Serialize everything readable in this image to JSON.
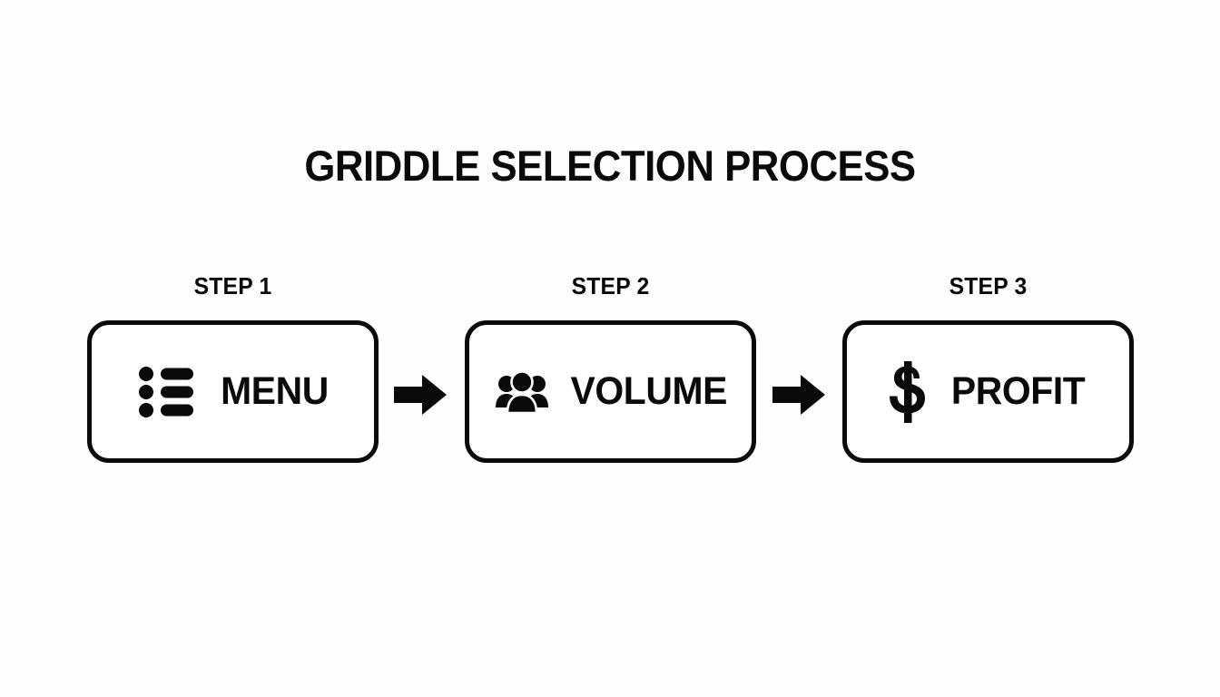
{
  "page": {
    "title": "GRIDDLE SELECTION PROCESS",
    "background_color": "#fdfefe",
    "ink_color": "#0a0a0a"
  },
  "diagram": {
    "type": "process-flow",
    "orientation": "horizontal",
    "step_count": 3,
    "steps": [
      {
        "label": "STEP 1",
        "text": "MENU",
        "icon": "bullet-list-icon"
      },
      {
        "label": "STEP 2",
        "text": "VOLUME",
        "icon": "people-group-icon"
      },
      {
        "label": "STEP 3",
        "text": "PROFIT",
        "icon": "dollar-sign-icon"
      }
    ],
    "connectors": [
      {
        "icon": "arrow-right-icon",
        "from": "STEP 1",
        "to": "STEP 2"
      },
      {
        "icon": "arrow-right-icon",
        "from": "STEP 2",
        "to": "STEP 3"
      }
    ]
  }
}
